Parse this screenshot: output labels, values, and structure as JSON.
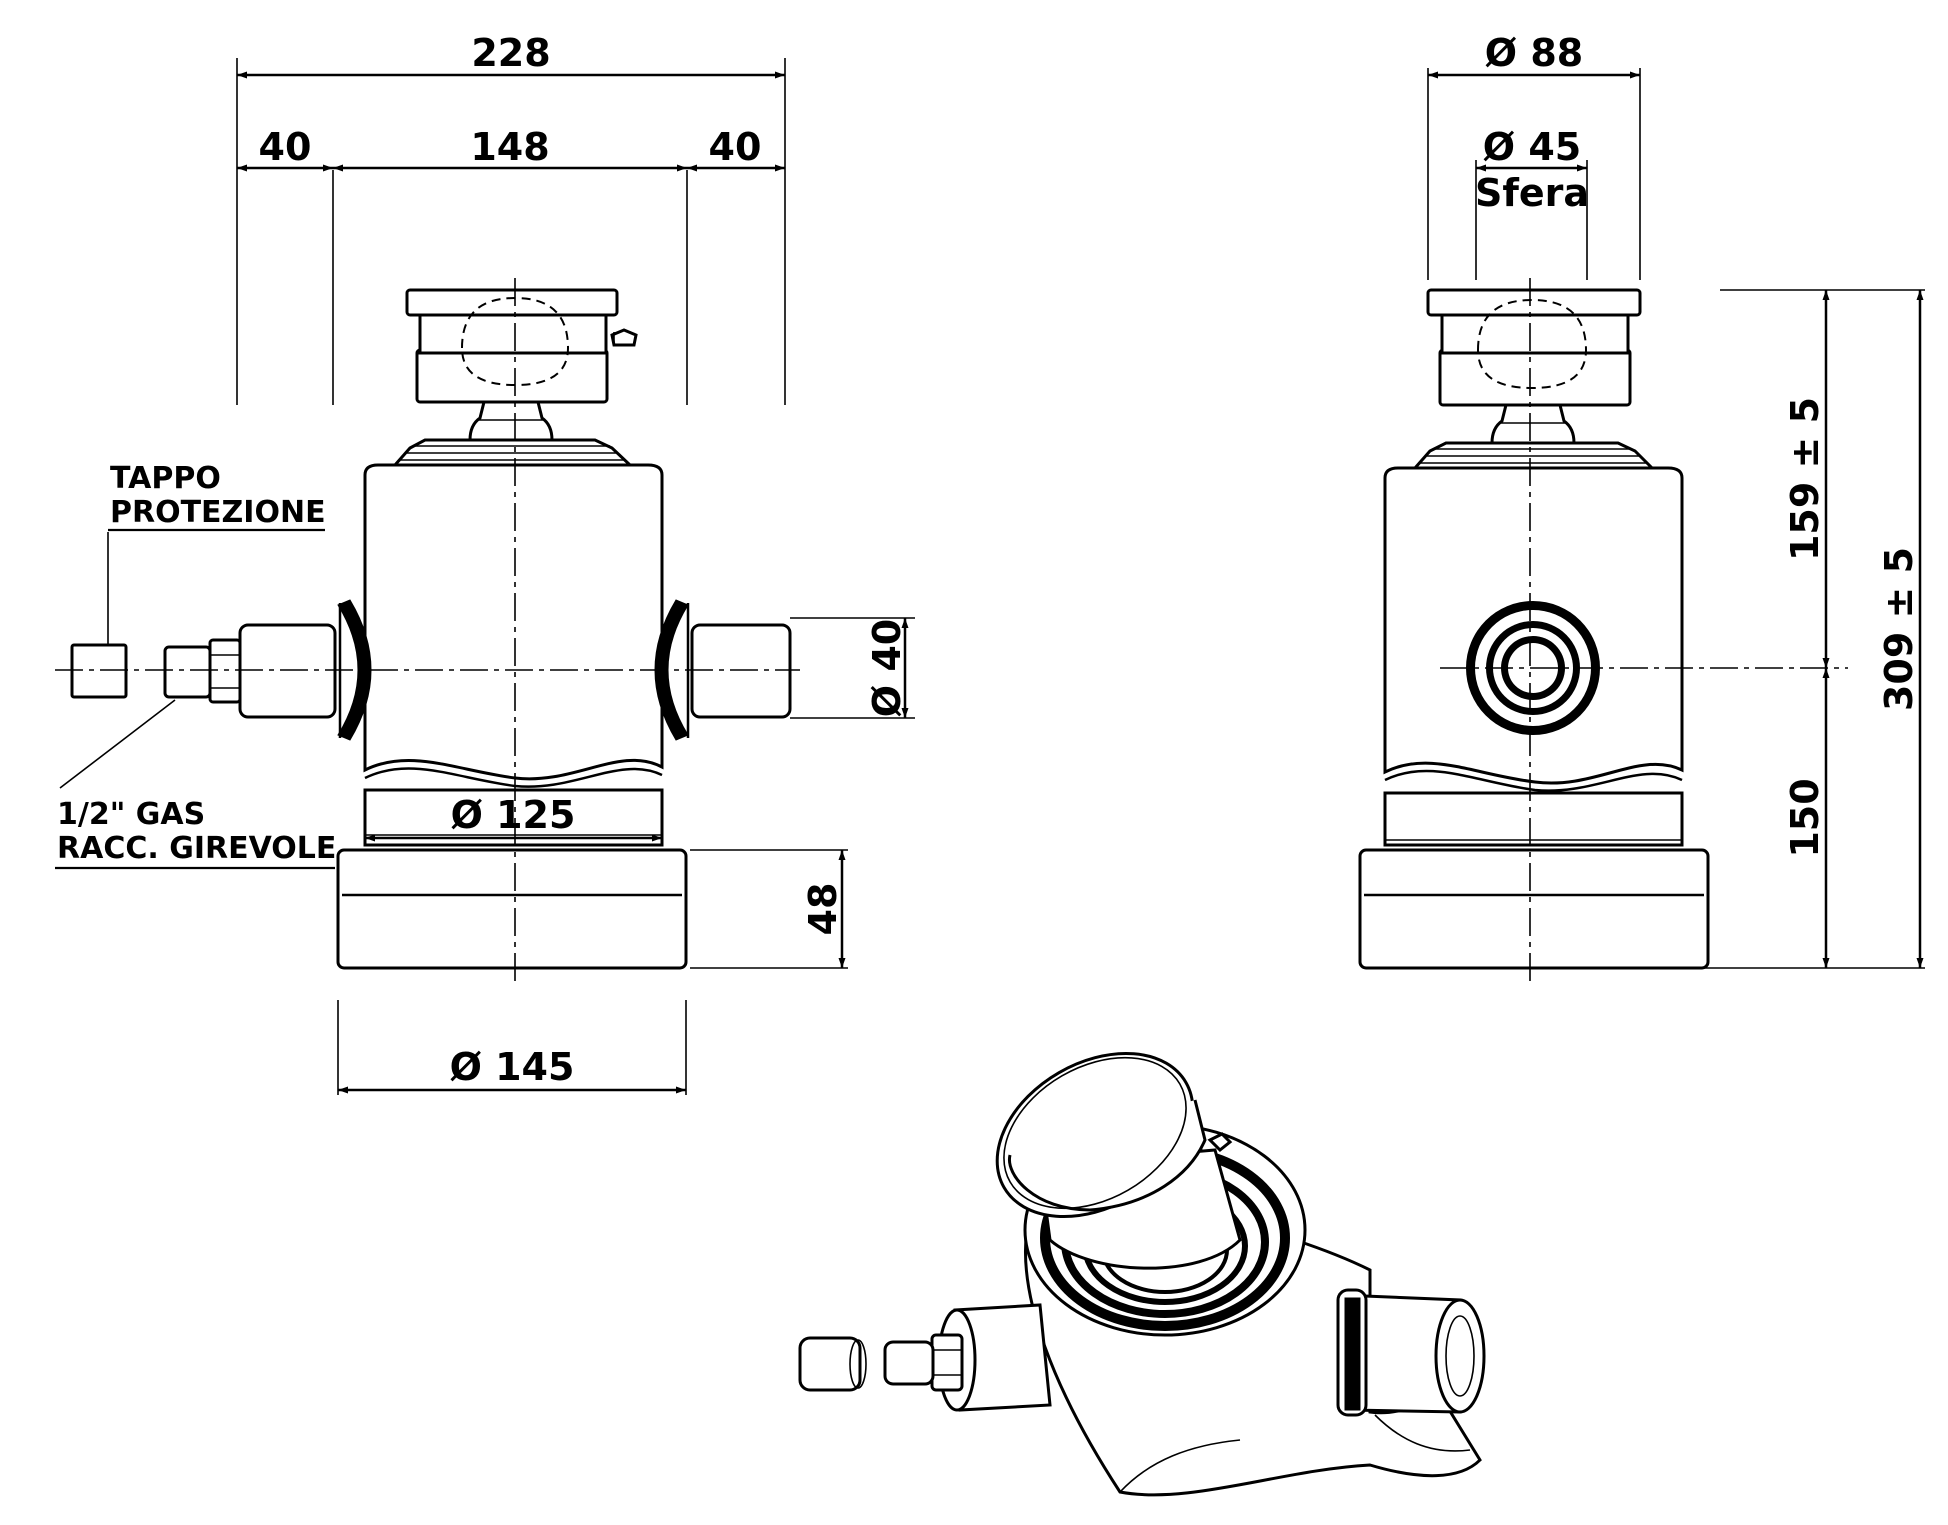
{
  "front_view": {
    "overall_width": "228",
    "left_offset": "40",
    "center_width": "148",
    "right_offset": "40",
    "inlet_diameter": "Ø 40",
    "body_diameter": "Ø 125",
    "base_height": "48",
    "base_diameter": "Ø 145",
    "cap_label_line1": "TAPPO",
    "cap_label_line2": "PROTEZIONE",
    "fitting_label_line1": "1/2\" GAS",
    "fitting_label_line2": "RACC. GIREVOLE"
  },
  "side_view": {
    "head_diameter": "Ø 88",
    "ball_diameter": "Ø 45",
    "ball_label": "Sfera",
    "stroke_length": "159 ± 5",
    "overall_height": "309 ± 5",
    "lower_height": "150"
  }
}
